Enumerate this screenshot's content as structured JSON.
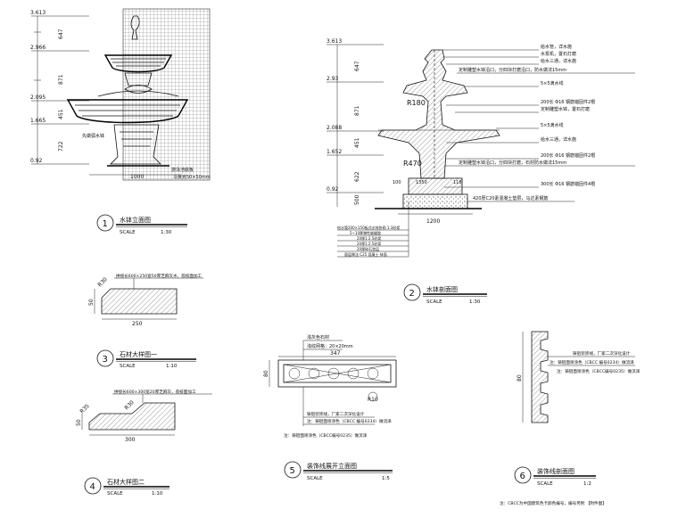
{
  "drawings": [
    {
      "num": "1",
      "title": "水钵立面图",
      "scale_label": "SCALE",
      "scale": "1:30"
    },
    {
      "num": "2",
      "title": "水钵剖面图",
      "scale_label": "SCALE",
      "scale": "1:30"
    },
    {
      "num": "3",
      "title": "石材大样图一",
      "scale_label": "SCALE",
      "scale": "1:10"
    },
    {
      "num": "4",
      "title": "石材大样图二",
      "scale_label": "SCALE",
      "scale": "1:10"
    },
    {
      "num": "5",
      "title": "装饰线展开立面图",
      "scale_label": "SCALE",
      "scale": "1:5"
    },
    {
      "num": "6",
      "title": "装饰线剖面图",
      "scale_label": "SCALE",
      "scale": "1:2"
    }
  ],
  "elevation": {
    "levels": [
      "3.613",
      "2.966",
      "2.095",
      "1.665",
      "0.92"
    ],
    "dims": [
      "647",
      "871",
      "451",
      "722"
    ],
    "width": "1000",
    "note_left": "先做弧水钵",
    "note_bottom": "游泳池底板",
    "note_tile": "马赛克50×50mm"
  },
  "section": {
    "levels": [
      "3.613",
      "2.93",
      "2.088",
      "1.652",
      "0.92"
    ],
    "dims": [
      "647",
      "871",
      "451",
      "622",
      "500"
    ],
    "radius_top": "R180",
    "radius_bottom": "R470",
    "width": "1200",
    "base_dims": [
      "100",
      "1350",
      "118"
    ],
    "labels": [
      "给水管，详水施",
      "水泵机，置石打磨",
      "给水三通，详水施",
      "定制雕塑水钵沿口，分四块打磨沿口，防水做法15mm",
      "5×5滴水线",
      "200长 Φ16 钢筋锚固件2根",
      "定制雕塑水钵，置石打磨",
      "5×5滴水线",
      "给水三通，详水施",
      "200长 Φ16 钢筋锚固件2根",
      "定制雕塑水钵沿口，分四块打磨，石材防水做法15mm",
      "300长 Φ16 钢筋锚固件4根",
      "420厚C20素混凝土垫层，马达素钢筋"
    ],
    "left_notes": [
      "给水管200×150板式水钵卧砌 1:3砂浆",
      "5~10厚弹性嵌缝胶",
      "20厚1:2.5砂浆",
      "20厚1:2.5砂浆",
      "20厚碎石垫层",
      "面层做法 C25 混凝土 抹面"
    ]
  },
  "detail3": {
    "top_note": "拼接长600×250宽50厚芝麻灰水，荔枝面加工",
    "r": "R30",
    "h": "50",
    "w": "250"
  },
  "detail4": {
    "top_note": "拼接长600×300宽20厚芝麻灰，荔枝面加工",
    "r1": "R35",
    "r2": "R30",
    "h": "50",
    "w": "300"
  },
  "detail5": {
    "note1": "浅灰色石材",
    "note2": "浅纹网格：20×20mm",
    "dim_w": "347",
    "dim_h": "80",
    "dim_r": "R10",
    "note3": "铸铝装饰线，厂家二次深化设计",
    "note4": "注：铸铝面喷涂色（CBCC 编号0234）做流泽",
    "note5": "注：铸铝面喷涂色（CBCC编号0235）做流泽"
  },
  "detail6": {
    "note1": "铸铝装饰线，厂家二次深化设计",
    "note2": "注：铸铝面喷涂色（CBCC 编号0234）做流泽",
    "note3": "注：铸铝面喷涂色（CBCC编号0235）做流泽",
    "dim": "80"
  },
  "footer_note": "注：CBCC为中国建筑色卡颜色编号，编号另附 【附件图】"
}
